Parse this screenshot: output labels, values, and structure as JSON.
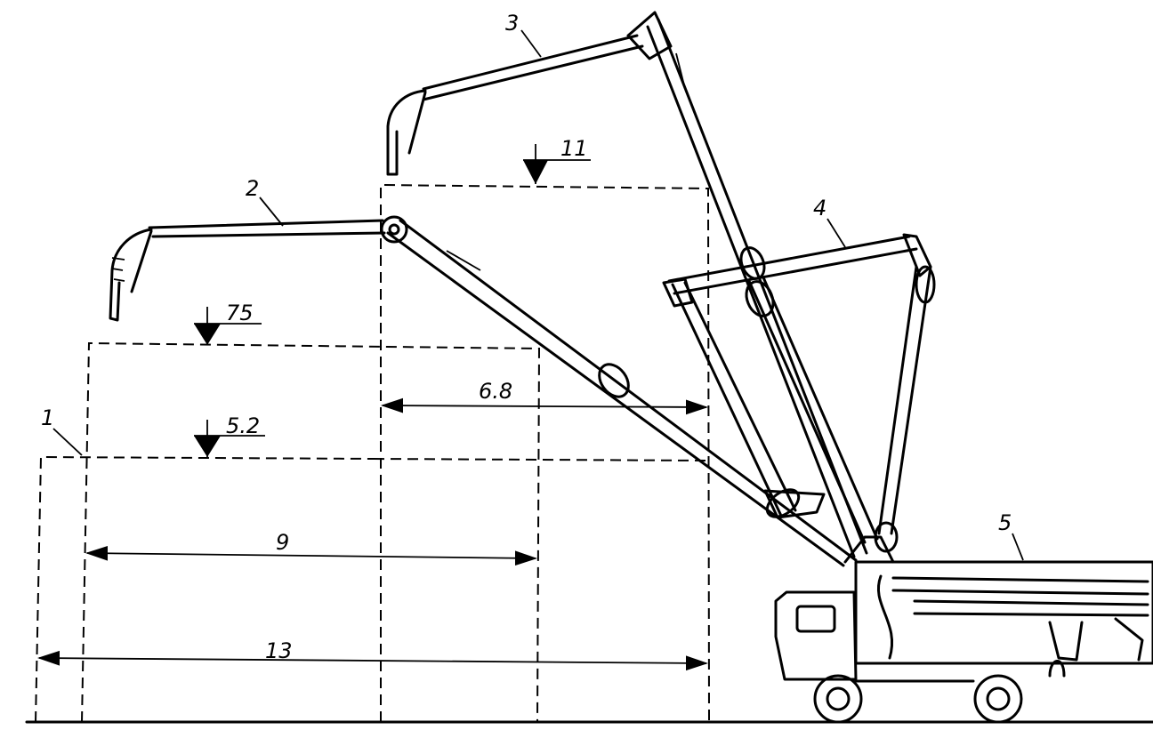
{
  "callouts": {
    "c1": "1",
    "c2": "2",
    "c3": "3",
    "c4": "4",
    "c5": "5"
  },
  "levels": {
    "l11": "11",
    "l75": "75",
    "l52": "5.2"
  },
  "dimensions": {
    "d68": "6.8",
    "d9": "9",
    "d13": "13"
  }
}
